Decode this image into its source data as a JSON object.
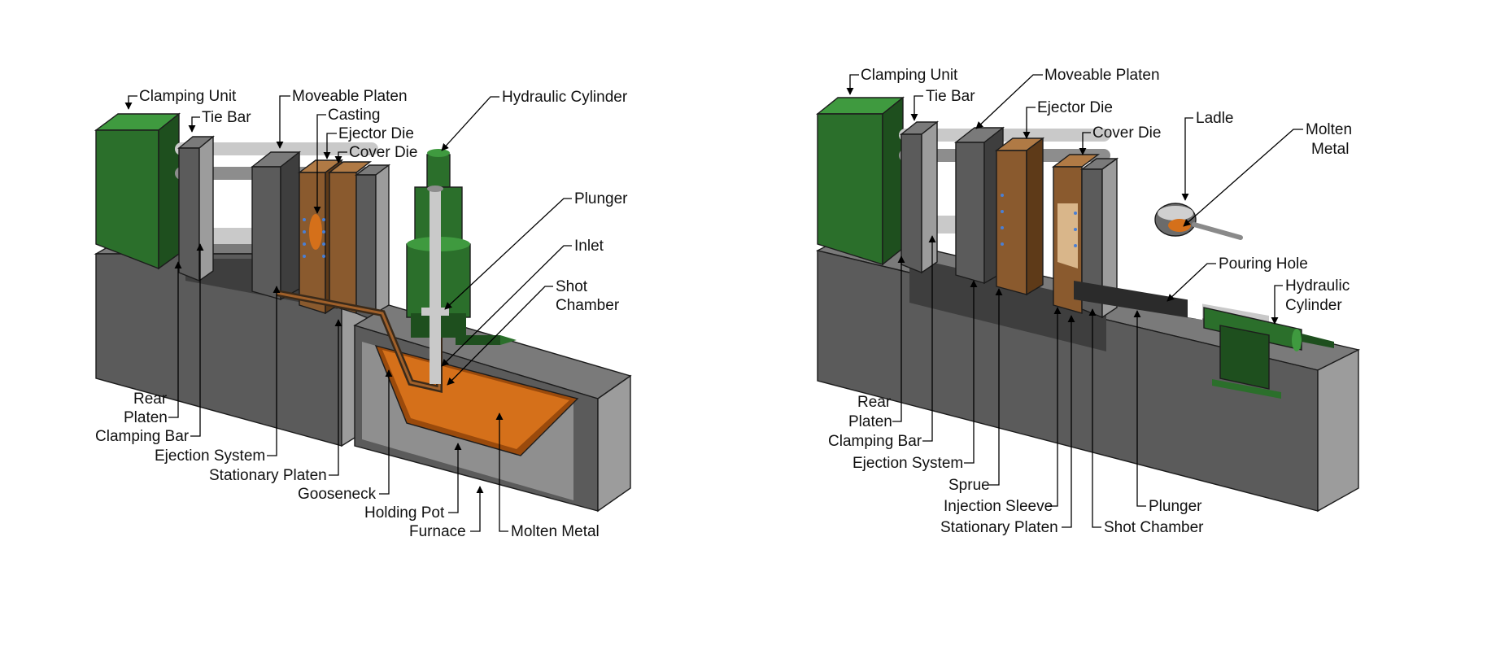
{
  "colors": {
    "green_front": "#2b6f2b",
    "green_top": "#3f9a3f",
    "green_dark": "#1e4f1e",
    "gray_front": "#5b5b5b",
    "gray_top": "#7a7a7a",
    "gray_side": "#9c9c9c",
    "gray_dark": "#3e3e3e",
    "bronze": "#8a5a2e",
    "bronze_light": "#b07a45",
    "bronze_dark": "#5e3a18",
    "molten": "#d5701a",
    "molten_dark": "#9a4a0c",
    "rod": "#c9c9c9",
    "rod_dark": "#8d8d8d"
  },
  "hot_chamber": {
    "labels": {
      "clamping_unit": "Clamping Unit",
      "tie_bar": "Tie Bar",
      "moveable_platen": "Moveable Platen",
      "casting": "Casting",
      "ejector_die": "Ejector Die",
      "cover_die": "Cover Die",
      "hydraulic_cylinder": "Hydraulic Cylinder",
      "plunger": "Plunger",
      "inlet": "Inlet",
      "shot": "Shot",
      "chamber": "Chamber",
      "rear": "Rear",
      "platen": "Platen",
      "clamping_bar": "Clamping Bar",
      "ejection_system": "Ejection System",
      "stationary_platen": "Stationary Platen",
      "gooseneck": "Gooseneck",
      "holding_pot": "Holding Pot",
      "furnace": "Furnace",
      "molten_metal": "Molten Metal"
    }
  },
  "cold_chamber": {
    "labels": {
      "clamping_unit": "Clamping Unit",
      "tie_bar": "Tie Bar",
      "moveable_platen": "Moveable Platen",
      "ejector_die": "Ejector Die",
      "cover_die": "Cover Die",
      "ladle": "Ladle",
      "molten": "Molten",
      "metal": "Metal",
      "pouring_hole": "Pouring Hole",
      "hydraulic": "Hydraulic",
      "cylinder": "Cylinder",
      "rear": "Rear",
      "platen": "Platen",
      "clamping_bar": "Clamping Bar",
      "ejection_system": "Ejection System",
      "sprue": "Sprue",
      "injection_sleeve": "Injection Sleeve",
      "stationary_platen": "Stationary Platen",
      "plunger": "Plunger",
      "shot_chamber": "Shot Chamber"
    }
  }
}
